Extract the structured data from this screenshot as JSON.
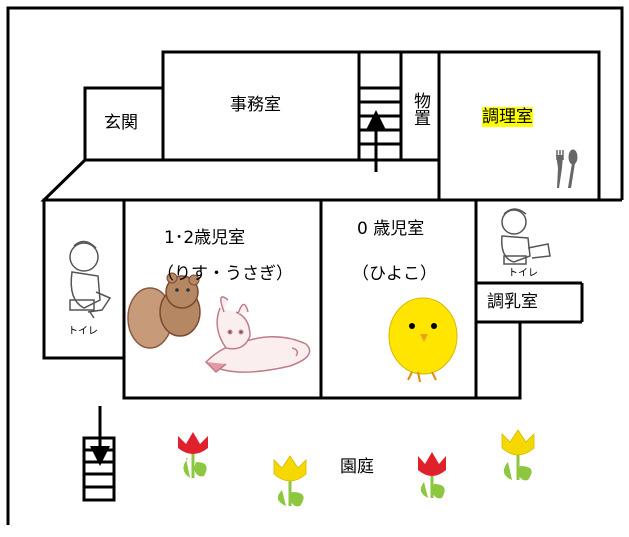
{
  "rooms": {
    "entrance": "玄関",
    "office": "事務室",
    "storage": "物置",
    "kitchen": "調理室",
    "room_12": "1･2歳児室",
    "room_12_sub": "（りす・うさぎ）",
    "room_0": "0 歳児室",
    "room_0_sub": "（ひよこ）",
    "toilet_left": "トイレ",
    "toilet_right": "トイレ",
    "milk_room": "調乳室",
    "garden": "園庭"
  },
  "colors": {
    "wall": "#000000",
    "highlight": "#ffff00",
    "tulip_red": "#e0202a",
    "tulip_yellow": "#f5d800",
    "leaf": "#8dc63f"
  },
  "icons": [
    "squirrel-drawing-icon",
    "rabbit-drawing-icon",
    "chick-icon",
    "child-on-toilet-icon",
    "cutlery-icon",
    "stairs-icon",
    "tulip-icon"
  ]
}
